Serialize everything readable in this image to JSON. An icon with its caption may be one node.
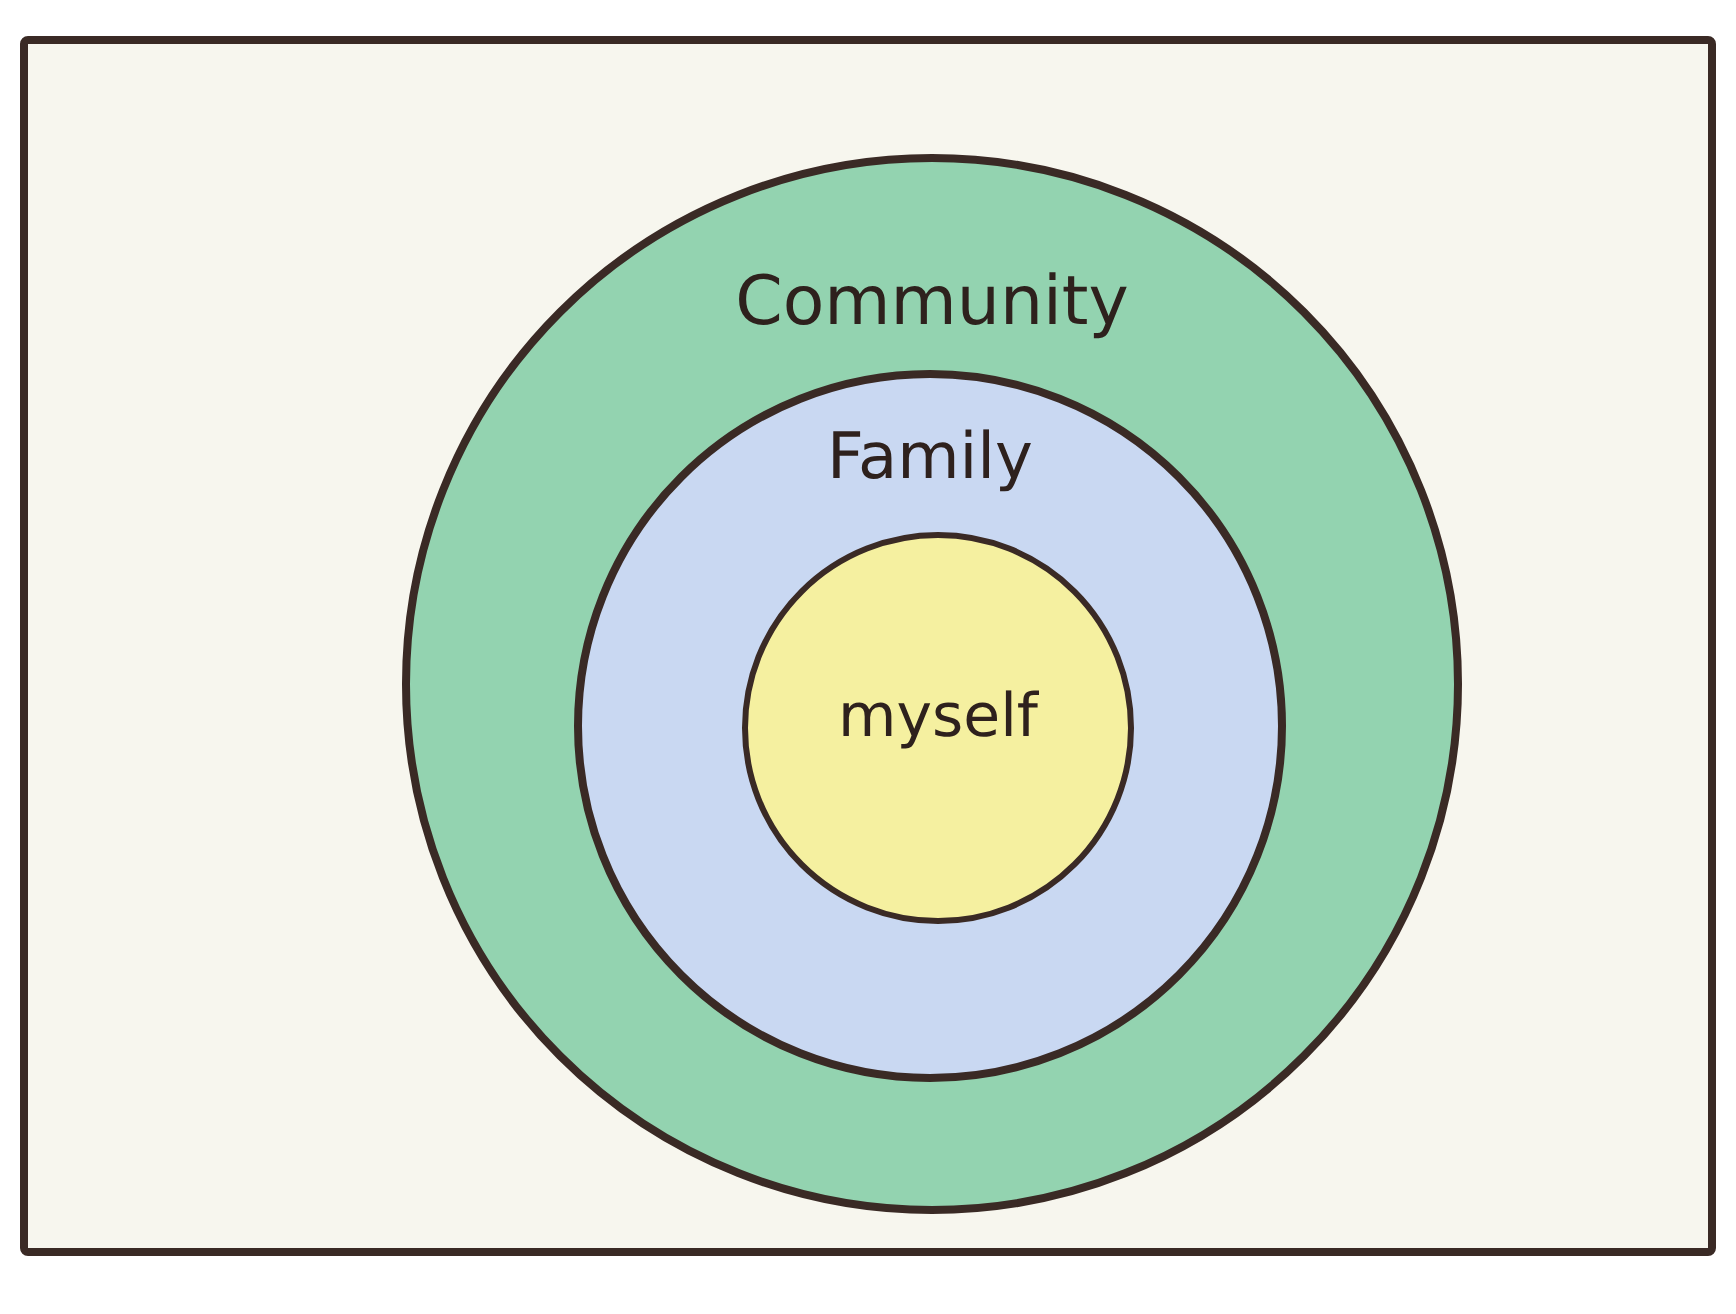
{
  "diagram": {
    "nodes": [
      {
        "text": [],
        "shape": "box"
      },
      {
        "text": [
          "Community"
        ],
        "in": 0
      },
      {
        "text": [
          "Family"
        ],
        "in": 1
      },
      {
        "text": [
          "myself"
        ],
        "in": 2
      }
    ],
    "edges": []
  }
}
